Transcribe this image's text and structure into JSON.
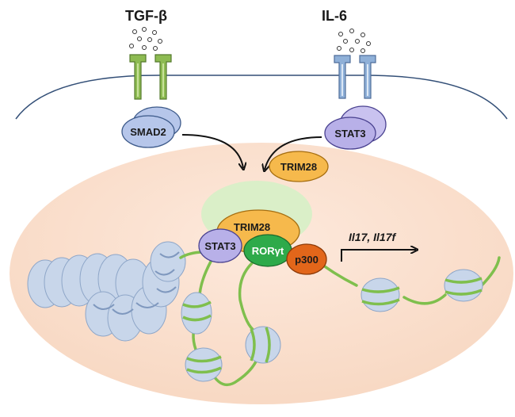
{
  "ligands": {
    "tgf": "TGF-β",
    "il6": "IL-6"
  },
  "proteins": {
    "smad2": "SMAD2",
    "stat3_membrane": "STAT3",
    "trim28_free": "TRIM28",
    "trim28_complex": "TRIM28",
    "stat3_complex": "STAT3",
    "roryt": "RORγt",
    "p300": "p300"
  },
  "genes": {
    "targets": "Il17, Il17f"
  },
  "colors": {
    "tgf_receptor": "#8dbb52",
    "il6_receptor": "#8fb0d8",
    "smad_stat_protein": "#b6c6ea",
    "trim28": "#f6b94c",
    "stat3": "#b8b0e8",
    "roryt": "#2eaa4a",
    "p300": "#e2661a",
    "nucleus": "#fbe6d8",
    "dna": "#7fbf4d",
    "nucleosome": "#c8d6ea",
    "chromatin_band": "#8ea6c8"
  },
  "icons": {
    "arrows": [
      "curved-arrow-smad2",
      "curved-arrow-stat3",
      "transcription-arrow"
    ]
  }
}
